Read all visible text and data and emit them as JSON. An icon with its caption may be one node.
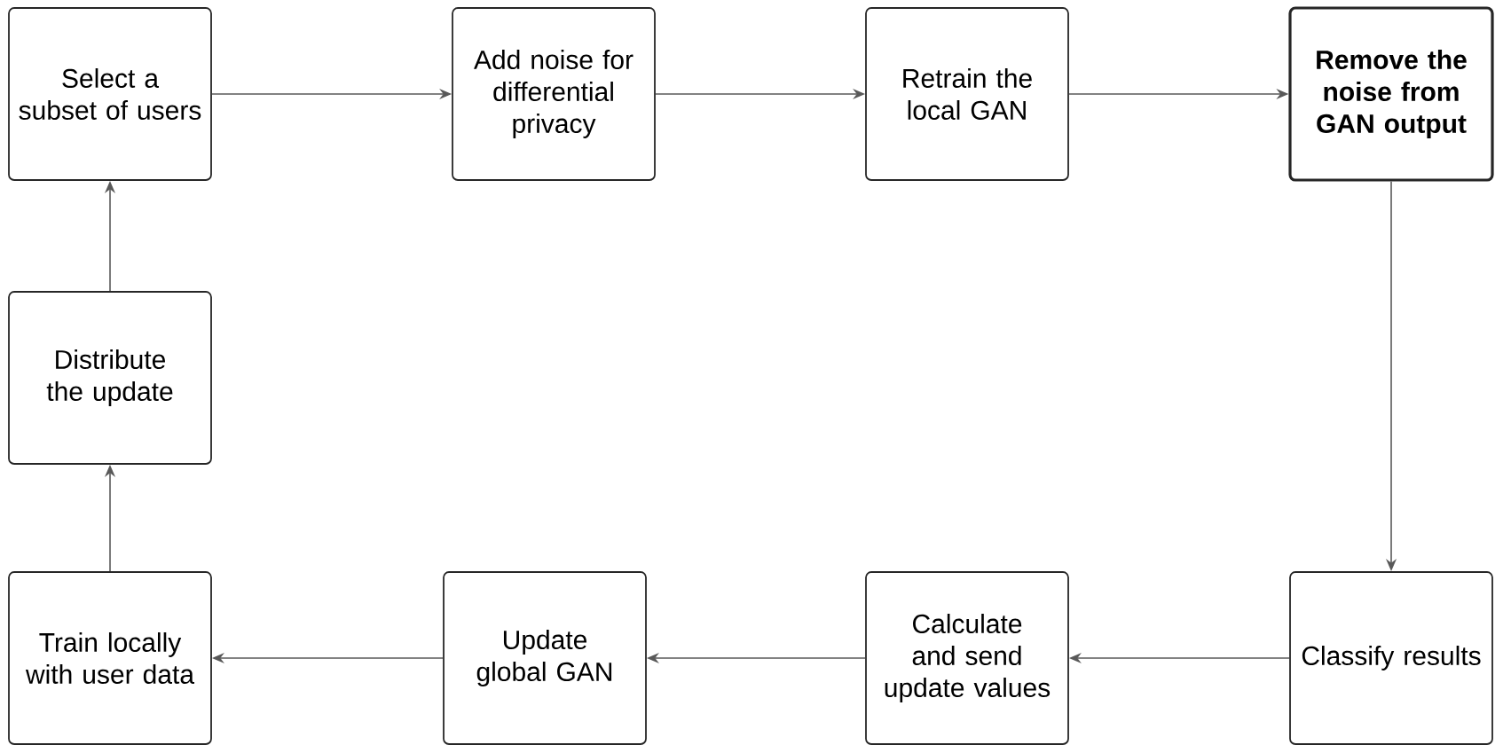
{
  "diagram": {
    "nodes": [
      {
        "text": [
          "Select a subset of users"
        ]
      },
      {
        "text": [
          "Add noise for differential privacy"
        ]
      },
      {
        "text": [
          "Retrain the local GAN"
        ]
      },
      {
        "text": [
          "Remove the noise from GAN output"
        ]
      },
      {
        "text": [
          "Distribute the update"
        ]
      },
      {
        "text": [
          "Train locally with user data"
        ]
      },
      {
        "text": [
          "Update global GAN"
        ]
      },
      {
        "text": [
          "Calculate and send update values"
        ]
      },
      {
        "text": [
          "Classify results"
        ]
      }
    ],
    "edges": [
      {
        "from": 0,
        "to": 1,
        "arrow": "to"
      },
      {
        "from": 1,
        "to": 2,
        "arrow": "to"
      },
      {
        "from": 2,
        "to": 3,
        "arrow": "to"
      },
      {
        "from": 3,
        "to": 8,
        "arrow": "to"
      },
      {
        "from": 8,
        "to": 7,
        "arrow": "to"
      },
      {
        "from": 7,
        "to": 6,
        "arrow": "to"
      },
      {
        "from": 6,
        "to": 5,
        "arrow": "to"
      },
      {
        "from": 5,
        "to": 4,
        "arrow": "to"
      },
      {
        "from": 4,
        "to": 0,
        "arrow": "to"
      }
    ]
  }
}
